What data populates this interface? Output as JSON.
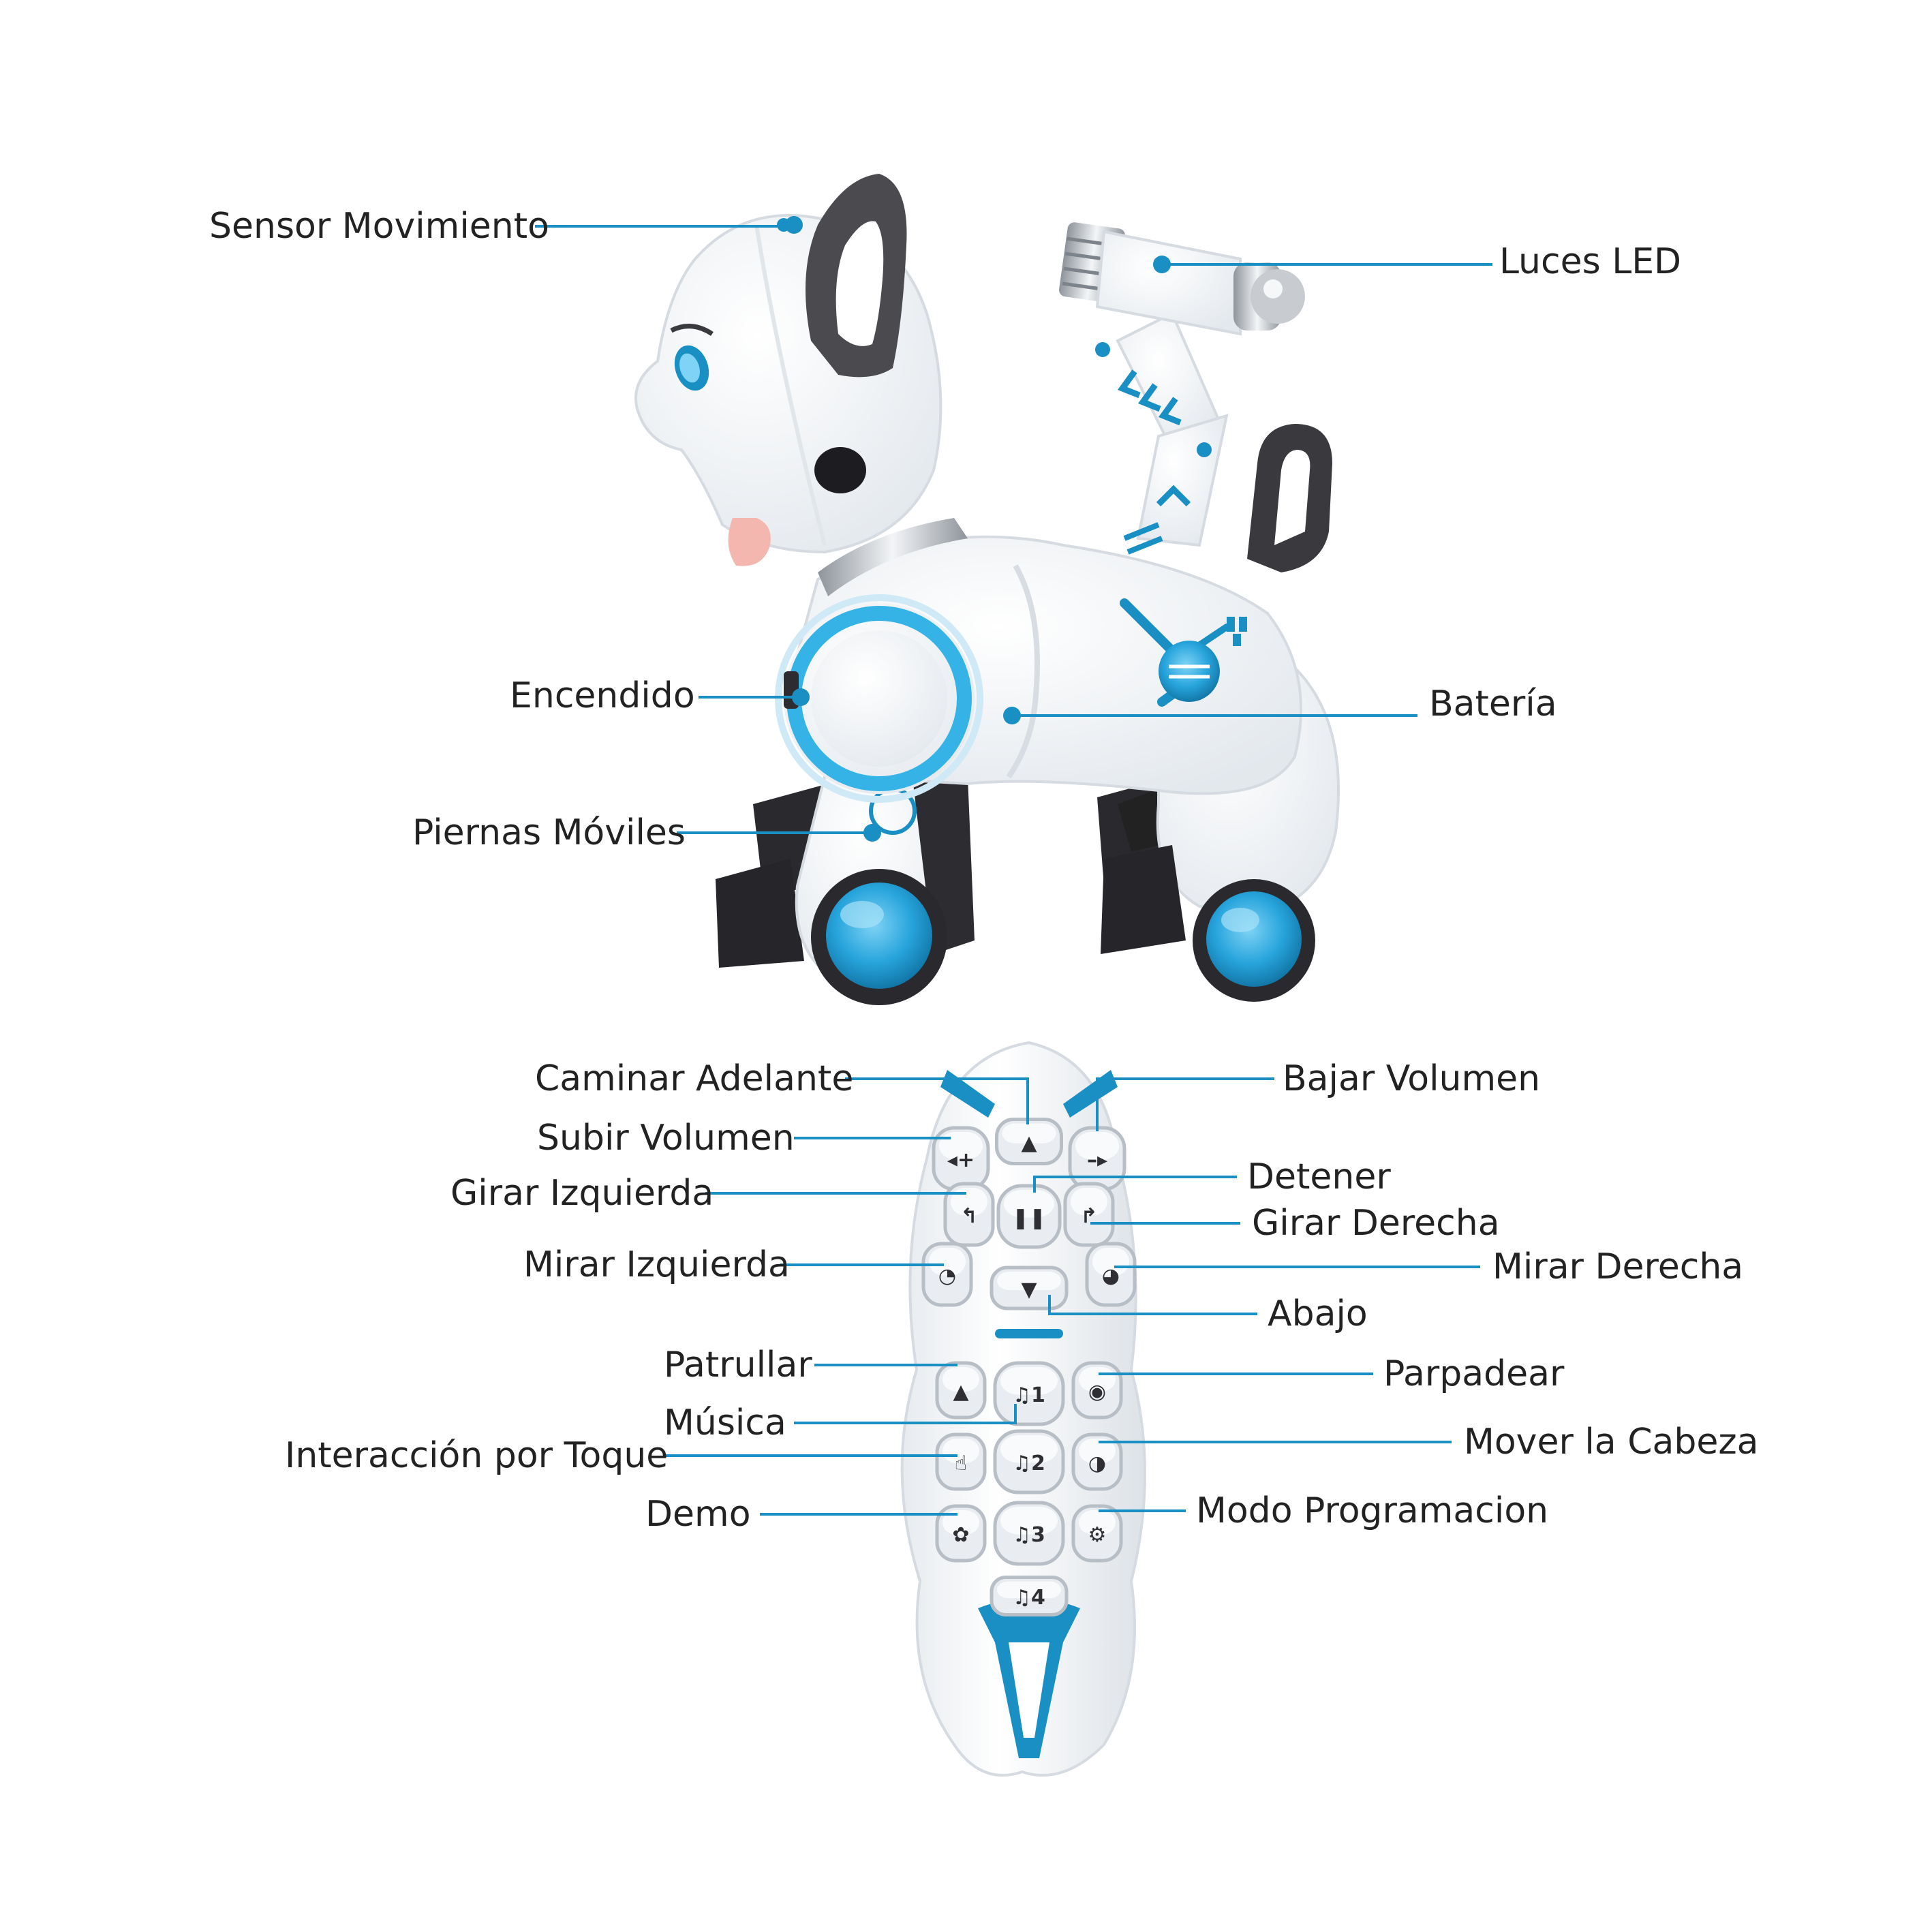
{
  "colors": {
    "accent": "#1a8fc4",
    "accent_light": "#36b3e6",
    "ring_inner": "#cfe9f6",
    "body_white": "#f7f9fb",
    "body_shadow": "#dfe5ea",
    "dark": "#2f2f33",
    "tongue": "#f4b7b0",
    "chrome": "#b9bec4",
    "text": "#222222"
  },
  "robot": {
    "labels": {
      "motion_sensor": "Sensor Movimiento",
      "led_lights": "Luces LED",
      "power": "Encendido",
      "battery": "Batería",
      "moving_legs": "Piernas Móviles"
    }
  },
  "remote": {
    "labels": {
      "walk_forward": "Caminar Adelante",
      "volume_down": "Bajar Volumen",
      "volume_up": "Subir Volumen",
      "stop": "Detener",
      "turn_left": "Girar Izquierda",
      "turn_right": "Girar Derecha",
      "look_left": "Mirar Izquierda",
      "look_right": "Mirar Derecha",
      "down": "Abajo",
      "patrol": "Patrullar",
      "blink": "Parpadear",
      "music": "Música",
      "touch_interaction": "Interacción por Toque",
      "move_head": "Mover la Cabeza",
      "demo": "Demo",
      "programming_mode": "Modo Programacion"
    },
    "button_glyphs": {
      "music_1": "♫1",
      "music_2": "♫2",
      "music_3": "♫3",
      "music_4": "♫4"
    }
  }
}
